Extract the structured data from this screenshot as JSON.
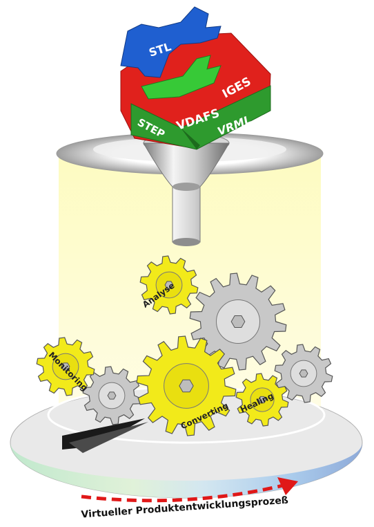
{
  "cube": {
    "labels": {
      "stl": "STL",
      "iges": "IGES",
      "vdafs": "VDAFS",
      "step": "STEP",
      "vrml": "VRML"
    },
    "colors": {
      "top": "#e0211c",
      "front": "#2e9a2e",
      "piece_blue": "#1f5fd0",
      "piece_green": "#37c937"
    }
  },
  "gears": {
    "analyse": "Analyse",
    "monitoring": "Monitoring",
    "converting": "Converting",
    "healing": "Healing",
    "colors": {
      "yellow": "#f2ea1a",
      "gray": "#c8c8c8"
    }
  },
  "process": {
    "caption": "Virtueller Produktentwicklungsprozeß",
    "arrow_color": "#e01818"
  },
  "colors": {
    "column": "#fdfbc0",
    "funnel": "#b8b8b8"
  }
}
